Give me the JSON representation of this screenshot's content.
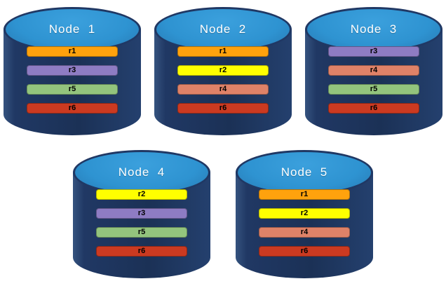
{
  "diagram": {
    "description": "Database nodes with replica placement",
    "colors": {
      "background": "#FFFFFF",
      "cylinder_body": "#203864",
      "cylinder_top": "#2E93D1",
      "title_text": "#FFFFFF",
      "bar_text": "#000000"
    },
    "replica_colors": {
      "r1": "#FFA20D",
      "r2": "#FFFF00",
      "r3": "#8E7CC3",
      "r4": "#DF8268",
      "r5": "#93C47D",
      "r6": "#CB3A21"
    },
    "nodes": [
      {
        "label": "Node  1",
        "replicas": [
          "r1",
          "r3",
          "r5",
          "r6"
        ]
      },
      {
        "label": "Node  2",
        "replicas": [
          "r1",
          "r2",
          "r4",
          "r6"
        ]
      },
      {
        "label": "Node  3",
        "replicas": [
          "r3",
          "r4",
          "r5",
          "r6"
        ]
      },
      {
        "label": "Node  4",
        "replicas": [
          "r2",
          "r3",
          "r5",
          "r6"
        ]
      },
      {
        "label": "Node  5",
        "replicas": [
          "r1",
          "r2",
          "r4",
          "r6"
        ]
      }
    ],
    "rows": [
      [
        0,
        1,
        2
      ],
      [
        3,
        4
      ]
    ]
  }
}
